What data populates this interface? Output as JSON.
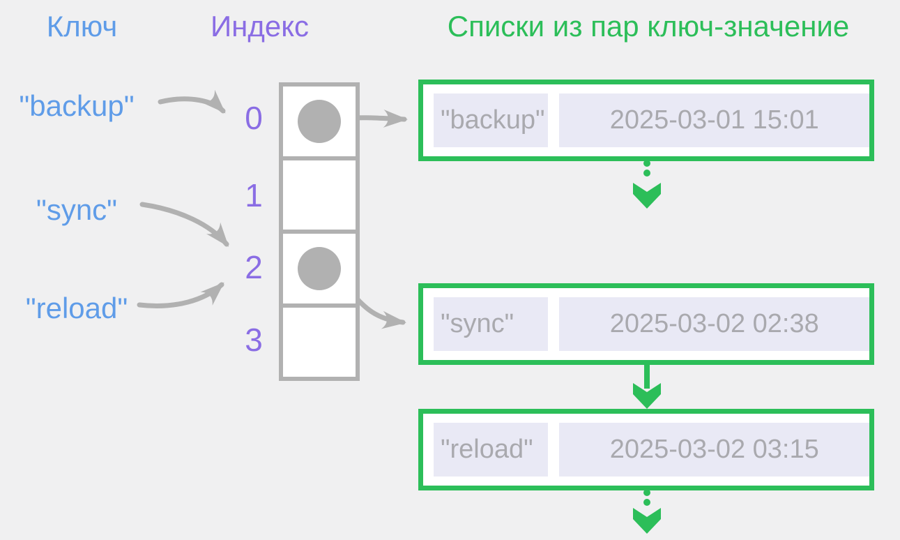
{
  "headers": {
    "key": "Ключ",
    "index": "Индекс",
    "lists": "Списки из пар ключ-значение"
  },
  "keys": [
    {
      "label": "\"backup\""
    },
    {
      "label": "\"sync\""
    },
    {
      "label": "\"reload\""
    }
  ],
  "index_column": {
    "slots": [
      {
        "index": "0",
        "occupied": true
      },
      {
        "index": "1",
        "occupied": false
      },
      {
        "index": "2",
        "occupied": true
      },
      {
        "index": "3",
        "occupied": false
      }
    ]
  },
  "lists": [
    {
      "key": "\"backup\"",
      "value": "2025-03-01 15:01"
    },
    {
      "key": "\"sync\"",
      "value": "2025-03-02 02:38"
    },
    {
      "key": "\"reload\"",
      "value": "2025-03-02 03:15"
    }
  ],
  "arrows": {
    "key_to_index": [
      {
        "from": "\"backup\"",
        "to": "0"
      },
      {
        "from": "\"sync\"",
        "to": "2"
      },
      {
        "from": "\"reload\"",
        "to": "2"
      }
    ],
    "slot_to_list": [
      {
        "from": "0",
        "to": "\"backup\""
      },
      {
        "from": "2",
        "to": "\"sync\""
      }
    ],
    "list_chain": [
      {
        "from": "\"sync\"",
        "to": "\"reload\""
      }
    ]
  },
  "colors": {
    "key_blue": "#5f9ce8",
    "index_purple": "#8a6de4",
    "list_green": "#2cbe59",
    "arrow_gray": "#b1b1b1",
    "cell_lavender": "#e9e9f5",
    "cell_text_gray": "#a9a9ae",
    "background": "#f0f0f1"
  }
}
